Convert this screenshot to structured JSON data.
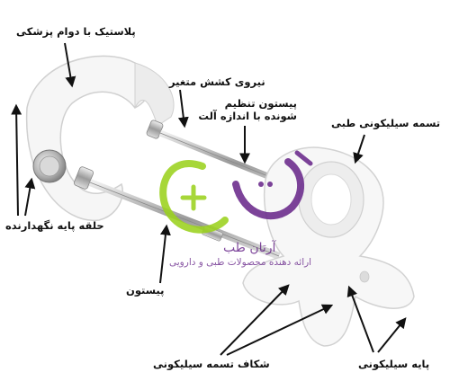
{
  "labels": {
    "medical_plastic": "پلاستیک با دوام پزشکی",
    "variable_tension": "نیروی کشش متغیر",
    "adjustable_piston": "پیستون تنظیم شونده با اندازه آلت",
    "silicone_strap": "تسمه سیلیکونی طبی",
    "holder_ring": "حلقه پایه نگهدارنده",
    "piston": "پیستون",
    "strap_slot": "شکاف تسمه سیلیکونی",
    "silicone_base": "پایه سیلیکونی"
  },
  "watermark": {
    "name": "آرتان طب",
    "tagline": "ارائه دهنده محصولات طبی و دارویی",
    "colors": {
      "green": "#9bd21e",
      "purple": "#6a2a8c"
    }
  },
  "colors": {
    "plastic": "#f4f4f4",
    "outline": "#cfcfcf",
    "metal": "#b9b9b9",
    "arrow": "#111111"
  }
}
